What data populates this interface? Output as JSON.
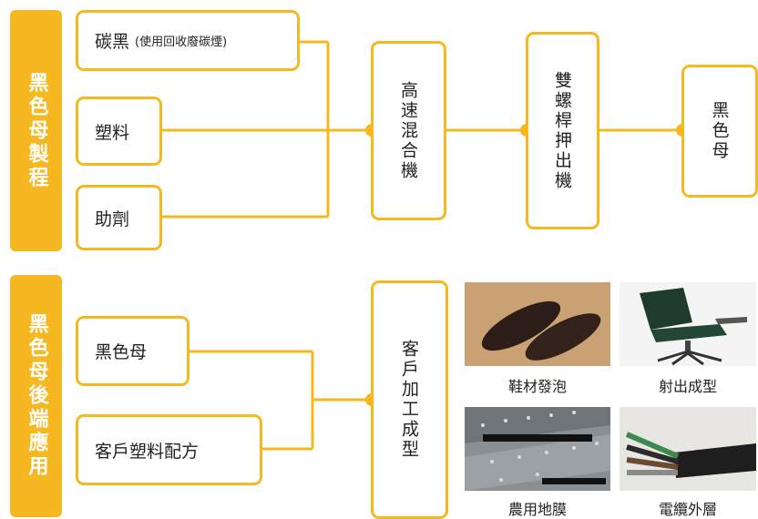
{
  "process": {
    "side_label": "黑色母製程",
    "inputs": [
      {
        "main": "碳黑",
        "note": "(使用回收廢碳煙)"
      },
      {
        "main": "塑料"
      },
      {
        "main": "助劑"
      }
    ],
    "mixer": "高速混合機",
    "extruder": "雙螺桿押出機",
    "output": "黑色母"
  },
  "application": {
    "side_label": "黑色母後端應用",
    "inputs": [
      "黑色母",
      "客戶塑料配方"
    ],
    "process": "客戶加工成型",
    "products": [
      "鞋材發泡",
      "射出成型",
      "農用地膜",
      "電纜外層"
    ]
  },
  "colors": {
    "accent": "#f5b820"
  }
}
